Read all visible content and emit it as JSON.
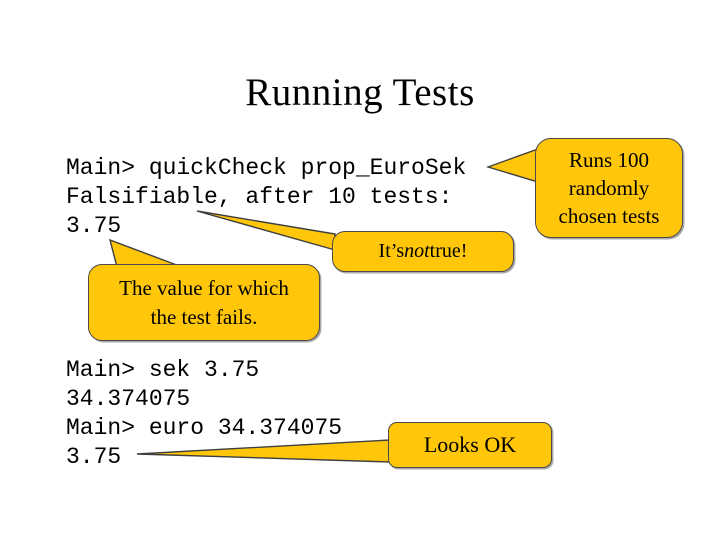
{
  "colors": {
    "background": "#FFFFFF",
    "text": "#000000",
    "callout_fill": "#FFC60A",
    "callout_border": "#4A4A4A"
  },
  "slide": {
    "title": "Running Tests",
    "code_block_1": {
      "lines": [
        "Main> quickCheck prop_EuroSek",
        "Falsifiable, after 10 tests:",
        "3.75"
      ]
    },
    "code_block_2": {
      "lines": [
        "Main> sek 3.75",
        "34.374075",
        "Main> euro 34.374075",
        "3.75"
      ]
    },
    "callouts": {
      "runs": {
        "lines": [
          "Runs 100",
          "randomly",
          "chosen tests"
        ]
      },
      "not_true": {
        "prefix": "It’s ",
        "emphasis": "not",
        "suffix": " true!"
      },
      "value": {
        "lines": [
          "The value for which",
          "the test fails."
        ]
      },
      "looks_ok": {
        "label": "Looks OK"
      }
    }
  }
}
